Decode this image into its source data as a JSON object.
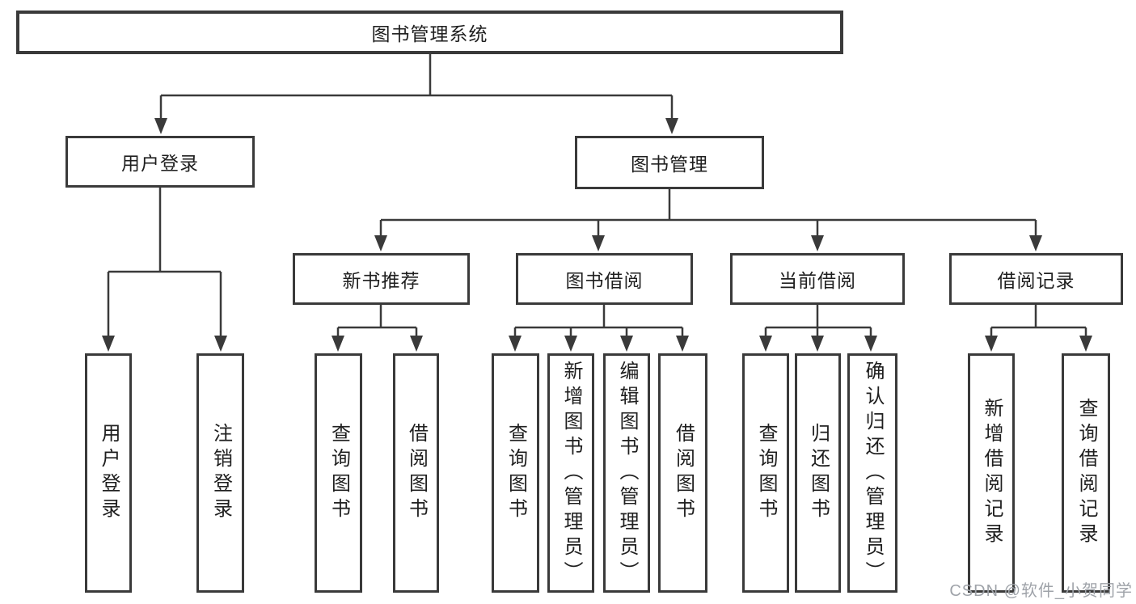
{
  "diagram": {
    "root_label": "图书管理系统",
    "level2": {
      "user_login": "用户登录",
      "book_mgmt": "图书管理"
    },
    "level3": {
      "new_books": "新书推荐",
      "book_borrow": "图书借阅",
      "current_borrow": "当前借阅",
      "borrow_records": "借阅记录"
    },
    "leaves": {
      "user_login": [
        "用户登录",
        "注销登录"
      ],
      "new_books": [
        "查询图书",
        "借阅图书"
      ],
      "book_borrow": [
        "查询图书",
        "新增图书（管理员）",
        "编辑图书（管理员）",
        "借阅图书"
      ],
      "current_borrow": [
        "查询图书",
        "归还图书",
        "确认归还（管理员）"
      ],
      "borrow_records": [
        "新增借阅记录",
        "查询借阅记录"
      ]
    }
  },
  "watermark": {
    "text": "CSDN @软件_小贺同学"
  },
  "colors": {
    "border": "#3a3a3a",
    "line": "#3a3a3a",
    "text": "#1f1f1f",
    "watermark": "#9fa3a9",
    "background": "#ffffff"
  }
}
